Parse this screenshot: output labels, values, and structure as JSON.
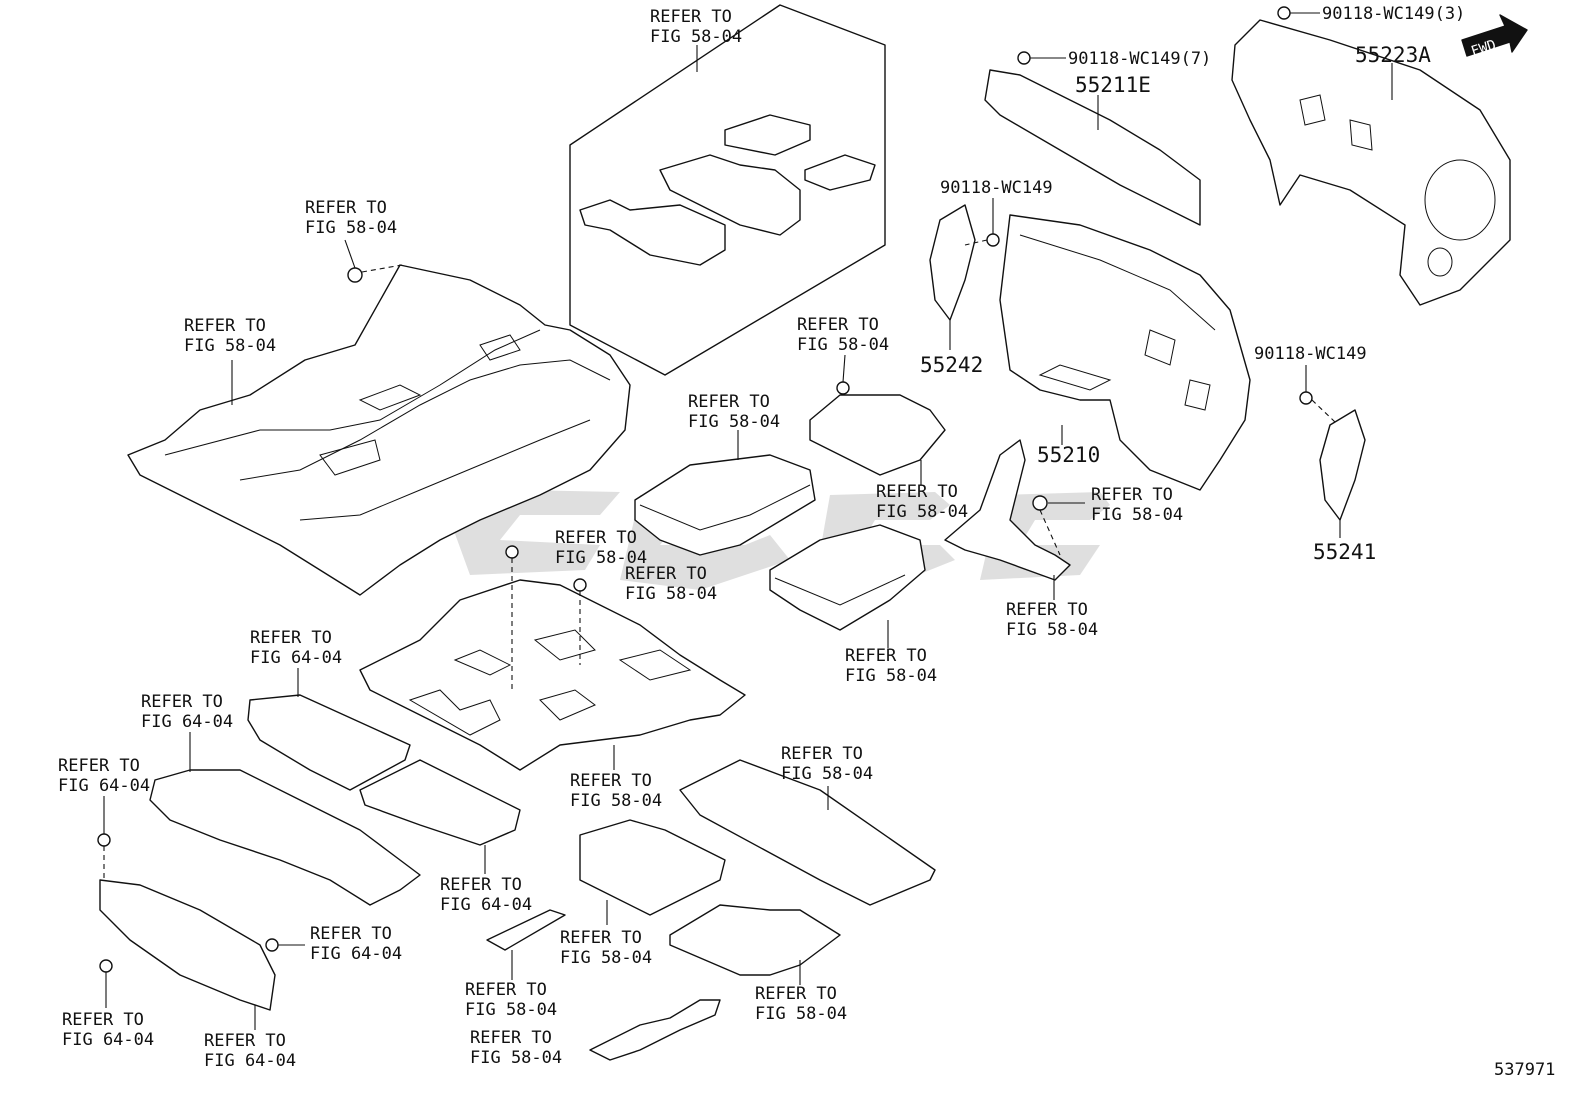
{
  "diagram": {
    "refer_to": "REFER TO",
    "fig_58_04": "FIG 58-04",
    "fig_64_04": "FIG 64-04",
    "fwd": "FWD",
    "watermark": "OGC",
    "drawing_number": "537971"
  },
  "parts": {
    "p55223A": "55223A",
    "p55211E": "55211E",
    "p55242": "55242",
    "p55210": "55210",
    "p55241": "55241",
    "clip_90118_WC149_3": "90118-WC149(3)",
    "clip_90118_WC149_7": "90118-WC149(7)",
    "clip_90118_WC149_a": "90118-WC149",
    "clip_90118_WC149_b": "90118-WC149"
  }
}
